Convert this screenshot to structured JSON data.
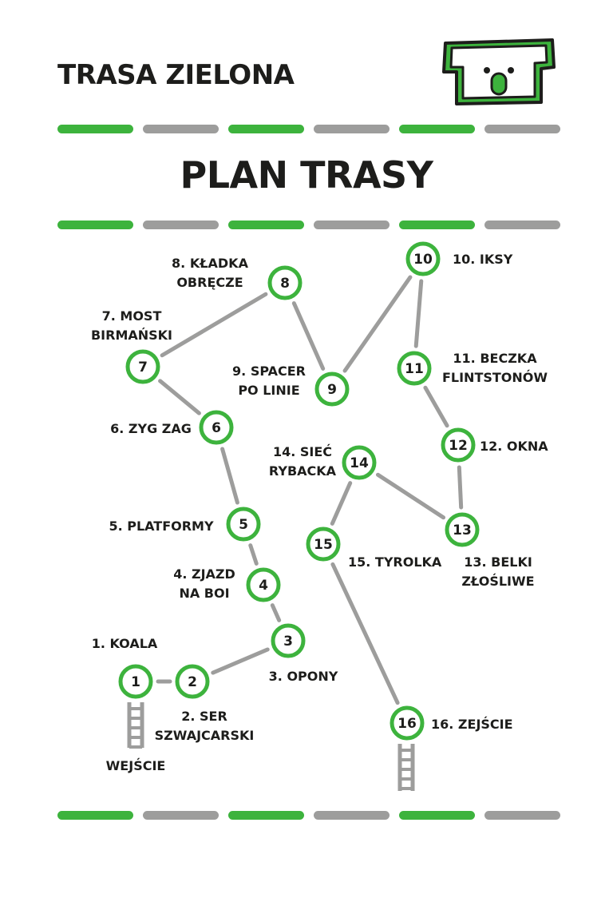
{
  "header": {
    "title": "TRASA ZIELONA"
  },
  "page_title": "PLAN TRASY",
  "colors": {
    "green": "#3db33d",
    "gray": "#9d9d9c",
    "dark": "#1d1d1b"
  },
  "dash_pattern": [
    "green",
    "gray",
    "green",
    "gray",
    "green",
    "gray"
  ],
  "stations": [
    {
      "id": "1",
      "number": "1",
      "label": [
        "1. KOALA"
      ]
    },
    {
      "id": "2",
      "number": "2",
      "label": [
        "2. SER",
        "SZWAJCARSKI"
      ]
    },
    {
      "id": "3",
      "number": "3",
      "label": [
        "3. OPONY"
      ]
    },
    {
      "id": "4",
      "number": "4",
      "label": [
        "4. ZJAZD",
        "NA BOI"
      ]
    },
    {
      "id": "5",
      "number": "5",
      "label": [
        "5. PLATFORMY"
      ]
    },
    {
      "id": "6",
      "number": "6",
      "label": [
        "6. ZYG ZAG"
      ]
    },
    {
      "id": "7",
      "number": "7",
      "label": [
        "7. MOST",
        "BIRMAŃSKI"
      ]
    },
    {
      "id": "8",
      "number": "8",
      "label": [
        "8. KŁADKA",
        "OBRĘCZE"
      ]
    },
    {
      "id": "9",
      "number": "9",
      "label": [
        "9. SPACER",
        "PO LINIE"
      ]
    },
    {
      "id": "10",
      "number": "10",
      "label": [
        "10. IKSY"
      ]
    },
    {
      "id": "11",
      "number": "11",
      "label": [
        "11. BECZKA",
        "FLINTSTONÓW"
      ]
    },
    {
      "id": "12",
      "number": "12",
      "label": [
        "12. OKNA"
      ]
    },
    {
      "id": "13",
      "number": "13",
      "label": [
        "13. BELKI",
        "ZŁOŚLIWE"
      ]
    },
    {
      "id": "14",
      "number": "14",
      "label": [
        "14. SIEĆ",
        "RYBACKA"
      ]
    },
    {
      "id": "15",
      "number": "15",
      "label": [
        "15. TYROLKA"
      ]
    },
    {
      "id": "16",
      "number": "16",
      "label": [
        "16. ZEJŚCIE"
      ]
    }
  ],
  "connections": [
    [
      "1",
      "2"
    ],
    [
      "2",
      "3"
    ],
    [
      "3",
      "4"
    ],
    [
      "4",
      "5"
    ],
    [
      "5",
      "6"
    ],
    [
      "6",
      "7"
    ],
    [
      "7",
      "8"
    ],
    [
      "8",
      "9"
    ],
    [
      "9",
      "10"
    ],
    [
      "10",
      "11"
    ],
    [
      "11",
      "12"
    ],
    [
      "12",
      "13"
    ],
    [
      "13",
      "14"
    ],
    [
      "14",
      "15"
    ],
    [
      "15",
      "16"
    ]
  ],
  "entrance": {
    "label": "WEJŚCIE",
    "icon": "ladder-icon"
  },
  "exit_icon": "ladder-icon"
}
